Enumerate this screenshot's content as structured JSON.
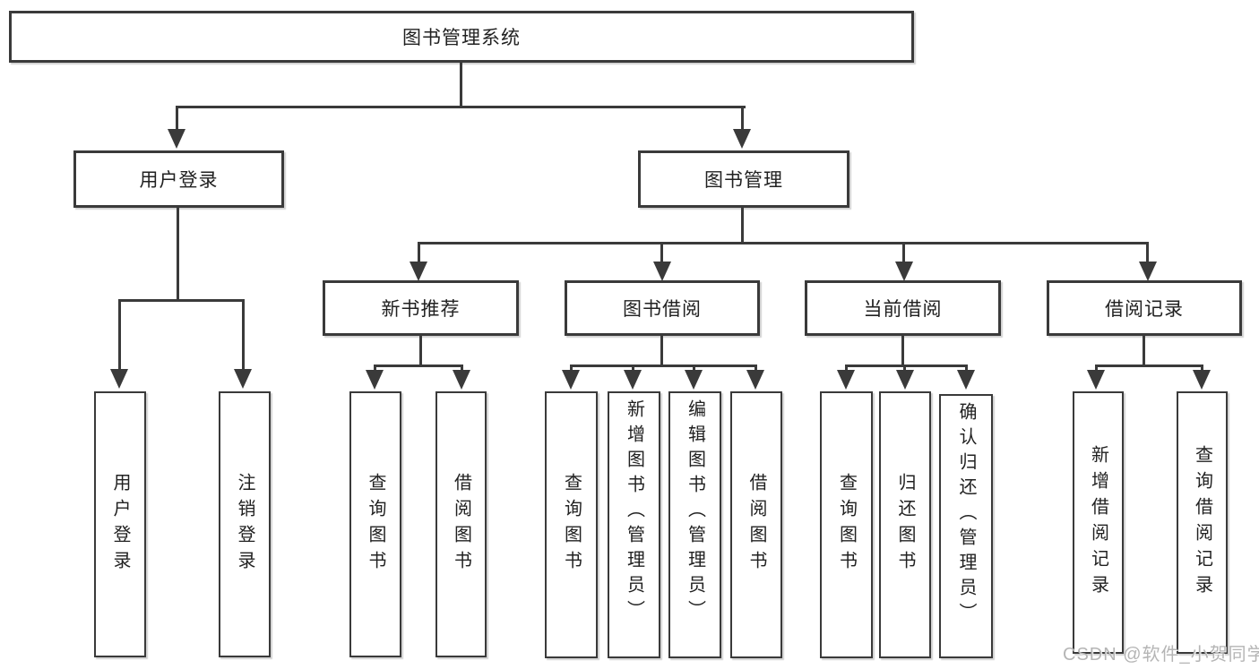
{
  "colors": {
    "line": "#3a3a3a",
    "node_border": "#3a3a3a",
    "text": "#212121",
    "watermark": "#b5b5b5",
    "background": "#ffffff"
  },
  "nodes": {
    "root": "图书管理系统",
    "user_login": "用户登录",
    "book_mgmt": "图书管理",
    "new_books": "新书推荐",
    "book_borrow": "图书借阅",
    "current_borrow": "当前借阅",
    "borrow_records": "借阅记录",
    "ul_user_login": "用户登录",
    "ul_logout": "注销登录",
    "nb_query_books": "查询图书",
    "nb_borrow_books": "借阅图书",
    "bb_query_books": "查询图书",
    "bb_add_books": "新增图书（管理员）",
    "bb_edit_books": "编辑图书（管理员）",
    "bb_borrow_books": "借阅图书",
    "cb_query_books": "查询图书",
    "cb_return_books": "归还图书",
    "cb_confirm_return": "确认归还（管理员）",
    "br_add_record": "新增借阅记录",
    "br_query_record": "查询借阅记录"
  },
  "watermark": "CSDN @软件_小贺同学"
}
